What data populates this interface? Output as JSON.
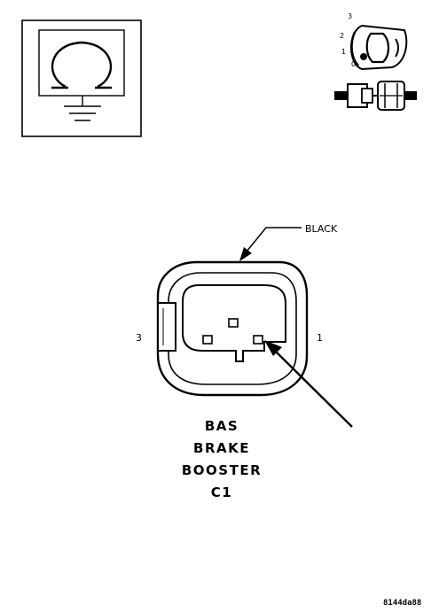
{
  "connector": {
    "color_label": "BLACK",
    "pin_left": "3",
    "pin_right": "1"
  },
  "ignition": {
    "positions": [
      "3",
      "2",
      "1",
      "0"
    ]
  },
  "title_lines": [
    "BAS",
    "BRAKE",
    "BOOSTER",
    "C1"
  ],
  "figure_code": "8144da88"
}
